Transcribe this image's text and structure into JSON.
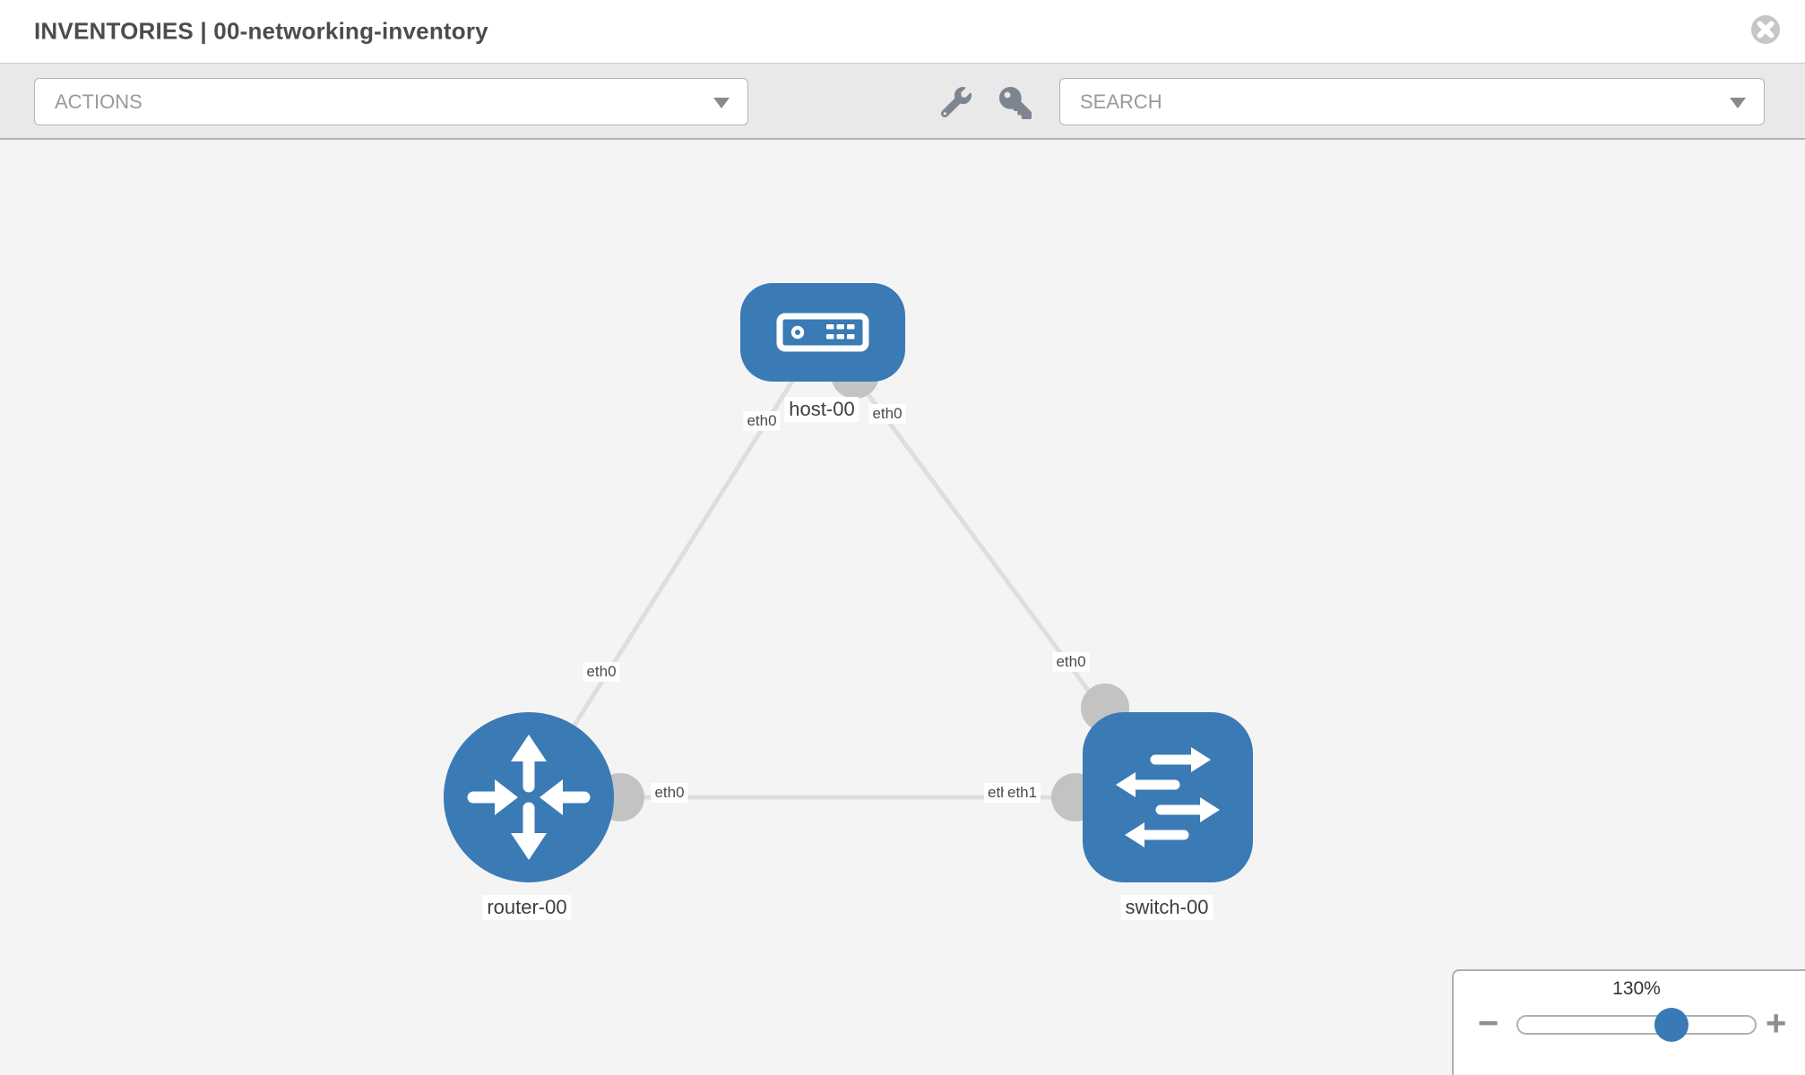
{
  "header": {
    "title": "INVENTORIES | 00-networking-inventory"
  },
  "toolbar": {
    "actions_label": "ACTIONS",
    "search_label": "SEARCH",
    "icons": {
      "tools": "wrench-icon",
      "credentials": "key-icon",
      "close": "circle-x-icon"
    }
  },
  "topology": {
    "nodes": [
      {
        "label": "host-00",
        "type": "host"
      },
      {
        "label": "router-00",
        "type": "router"
      },
      {
        "label": "switch-00",
        "type": "switch"
      }
    ],
    "links": [
      {
        "from": "host-00",
        "to": "router-00",
        "from_iface": "eth0",
        "to_iface": "eth0"
      },
      {
        "from": "host-00",
        "to": "switch-00",
        "from_iface": "eth0",
        "to_iface": "eth0"
      },
      {
        "from": "router-00",
        "to": "switch-00",
        "from_iface": "eth0",
        "to_iface": "eth1"
      }
    ],
    "iface_labels": {
      "host_left": "eth0",
      "host_right": "eth0",
      "router_top": "eth0",
      "switch_top": "eth0",
      "router_right": "eth0",
      "switch_left_back": "eth0",
      "switch_left_front": "eth1"
    }
  },
  "zoom_control": {
    "level": "130%",
    "zoom_out_label": "−",
    "zoom_in_label": "+"
  },
  "colors": {
    "node_blue": "#3a7ab5",
    "link_gray": "#dedede",
    "bubble_gray": "#c3c3c3",
    "toolbar_bg": "#e9e9e9",
    "canvas_bg": "#f4f4f5"
  }
}
